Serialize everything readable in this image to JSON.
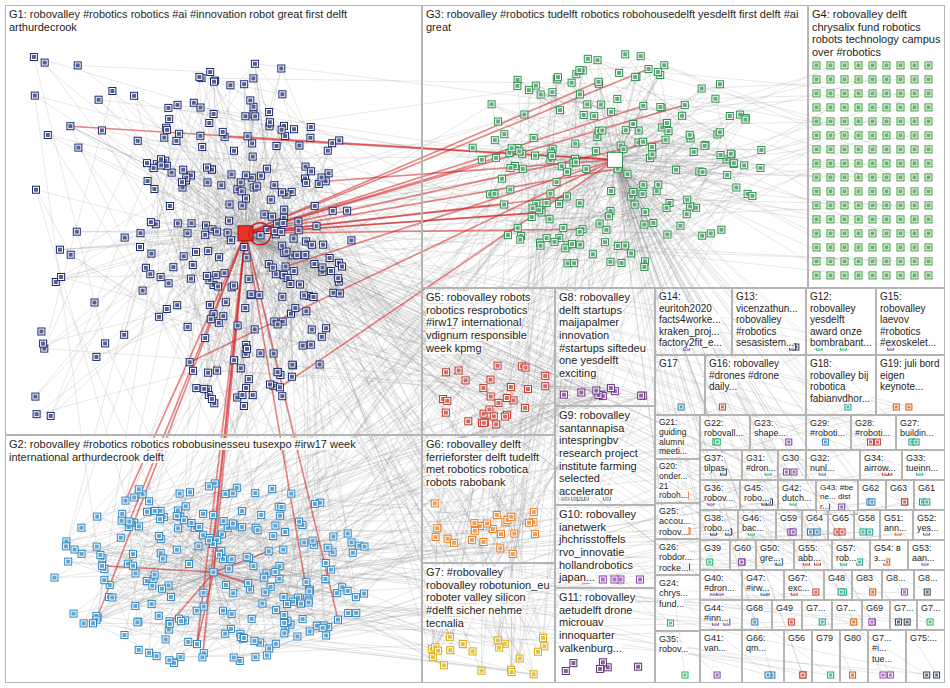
{
  "diagram": {
    "nodes": [
      {
        "text": [
          "G1: robovalley #robotics robotics #ai #innovation robot great first delft arthurdecrook"
        ]
      },
      {
        "text": [
          "G3: robovalley #robotics tudelft robotics robohousedelft yesdelft first delft #ai great"
        ]
      },
      {
        "text": [
          "G4: robovalley delft chrysalix fund robotics robots technology campus over #robotics"
        ]
      },
      {
        "text": [
          "G5: robovalley robots robotics resprobotics #irw17 international vdignum responsible week kpmg"
        ]
      },
      {
        "text": [
          "G8: robovalley delft startups maijapalmer innovation #startups siftedeu one yesdelft exciting"
        ]
      },
      {
        "text": [
          "G14: euritoh2020 facts4worke... kraken_proj... factory2fit_e..."
        ]
      },
      {
        "text": [
          "G13: vicenzathun... robovalley #robotics sesasistem..."
        ]
      },
      {
        "text": [
          "G12: robovalley yesdelft award onze bombrabant..."
        ]
      },
      {
        "text": [
          "G15: robovalley laevov #robotics #exoskelet..."
        ]
      },
      {
        "text": [
          "G17"
        ]
      },
      {
        "text": [
          "G16: robovalley #drones #drone daily..."
        ]
      },
      {
        "text": [
          "G18: robovalley bij robotica fabianvdhor..."
        ]
      },
      {
        "text": [
          "G19: juli bord eigen keynote..."
        ]
      },
      {
        "text": [
          "G9: robovalley santannapisa intespringbv research project institute farming selected accelerator"
        ]
      },
      {
        "text": [
          "G21: guiding alumni meeti..."
        ]
      },
      {
        "text": [
          "G22: robovall..."
        ]
      },
      {
        "text": [
          "G23: shape..."
        ]
      },
      {
        "text": [
          "G29: #roboti..."
        ]
      },
      {
        "text": [
          "G28: #roboti..."
        ]
      },
      {
        "text": [
          "G27: buildin..."
        ]
      },
      {
        "text": [
          "G2: robovalley #robotics robotics robobusinesseu tusexpo #irw17 week international arthurdecrook delft"
        ]
      },
      {
        "text": [
          "G6: robovalley delft ferrieforster delft tudelft met robotics robotica robots rabobank"
        ]
      },
      {
        "text": [
          "G37: tilpas"
        ]
      },
      {
        "text": [
          "G31: #dron..."
        ]
      },
      {
        "text": [
          "G30"
        ]
      },
      {
        "text": [
          "G32: nunl..."
        ]
      },
      {
        "text": [
          "G34: airrow..."
        ]
      },
      {
        "text": [
          "G33: tueinn..."
        ]
      },
      {
        "text": [
          "G20: onder... 21 roboh..."
        ]
      },
      {
        "text": [
          "G36: robov..."
        ]
      },
      {
        "text": [
          "G45: robo..."
        ]
      },
      {
        "text": [
          "G42: dutch..."
        ]
      },
      {
        "text": [
          "G43: #bene... distr..."
        ]
      },
      {
        "text": [
          "G62"
        ]
      },
      {
        "text": [
          "G63"
        ]
      },
      {
        "text": [
          "G61"
        ]
      },
      {
        "text": [
          "G25: accou... robov..."
        ]
      },
      {
        "text": [
          "G10: robovalley ianetwerk jhchrisstoffels rvo_innovatie hollandrobotics japan..."
        ]
      },
      {
        "text": [
          "G38: robo..."
        ]
      },
      {
        "text": [
          "G46: bac..."
        ]
      },
      {
        "text": [
          "G59"
        ]
      },
      {
        "text": [
          "G64"
        ]
      },
      {
        "text": [
          "G65"
        ]
      },
      {
        "text": [
          "G58"
        ]
      },
      {
        "text": [
          "G51: ann..."
        ]
      },
      {
        "text": [
          "G52: yes..."
        ]
      },
      {
        "text": [
          "G26: robdor... rocke..."
        ]
      },
      {
        "text": [
          "G39"
        ]
      },
      {
        "text": [
          "G60"
        ]
      },
      {
        "text": [
          "G50: gre..."
        ]
      },
      {
        "text": [
          "G55: abb..."
        ]
      },
      {
        "text": [
          "G57: rob..."
        ]
      },
      {
        "text": [
          "G54: в з..."
        ]
      },
      {
        "text": [
          "G53: aan..."
        ]
      },
      {
        "text": [
          "G7: #robovalley robovalley robotunion_eu roboter valley silicon #delft sicher nehme tecnalia"
        ]
      },
      {
        "text": [
          "G24: chrys... fund..."
        ]
      },
      {
        "text": [
          "G40: #dron..."
        ]
      },
      {
        "text": [
          "G47: #irw..."
        ]
      },
      {
        "text": [
          "G67: exc..."
        ]
      },
      {
        "text": [
          "G48"
        ]
      },
      {
        "text": [
          "G83"
        ]
      },
      {
        "text": [
          "G8..."
        ]
      },
      {
        "text": [
          "G8..."
        ]
      },
      {
        "text": [
          "G11: robovalley aetudelft drone microuav innoquarter valkenburg..."
        ]
      },
      {
        "text": [
          "G44: #inn..."
        ]
      },
      {
        "text": [
          "G68"
        ]
      },
      {
        "text": [
          "G49"
        ]
      },
      {
        "text": [
          "G7..."
        ]
      },
      {
        "text": [
          "G7..."
        ]
      },
      {
        "text": [
          "G69"
        ]
      },
      {
        "text": [
          "G7..."
        ]
      },
      {
        "text": [
          "G7..."
        ]
      },
      {
        "text": [
          "G41: van..."
        ]
      },
      {
        "text": [
          "G66: qm..."
        ]
      },
      {
        "text": [
          "G56"
        ]
      },
      {
        "text": [
          "G79"
        ]
      },
      {
        "text": [
          "G80"
        ]
      },
      {
        "text": [
          "G7... #i... tue..."
        ]
      },
      {
        "text": [
          "G75:..."
        ]
      },
      {
        "text": [
          "G35: robov..."
        ]
      }
    ]
  }
}
